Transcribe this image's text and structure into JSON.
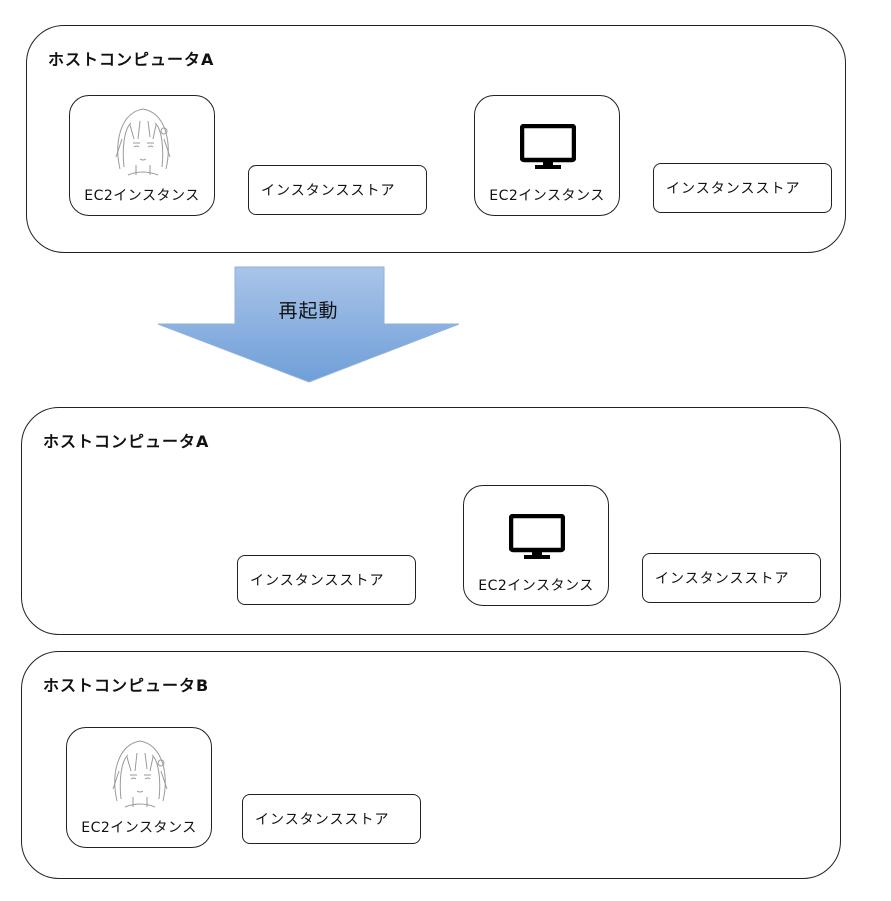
{
  "diagram": {
    "reboot_label": "再起動",
    "colors": {
      "connector": "#5b9bd5",
      "arrow_top": "#a9c4e8",
      "arrow_bottom": "#6f9fd8"
    },
    "host1": {
      "title": "ホストコンピュータA",
      "instance1": {
        "label": "EC2インスタンス",
        "icon": "character-sketch-icon"
      },
      "store1": "インスタンスストア",
      "instance2": {
        "label": "EC2インスタンス",
        "icon": "monitor-icon"
      },
      "store2": "インスタンスストア"
    },
    "host2": {
      "title": "ホストコンピュータA",
      "store1": "インスタンスストア",
      "instance": {
        "label": "EC2インスタンス",
        "icon": "monitor-icon"
      },
      "store2": "インスタンスストア"
    },
    "host3": {
      "title": "ホストコンピュータB",
      "instance": {
        "label": "EC2インスタンス",
        "icon": "character-sketch-icon"
      },
      "store": "インスタンスストア"
    }
  }
}
